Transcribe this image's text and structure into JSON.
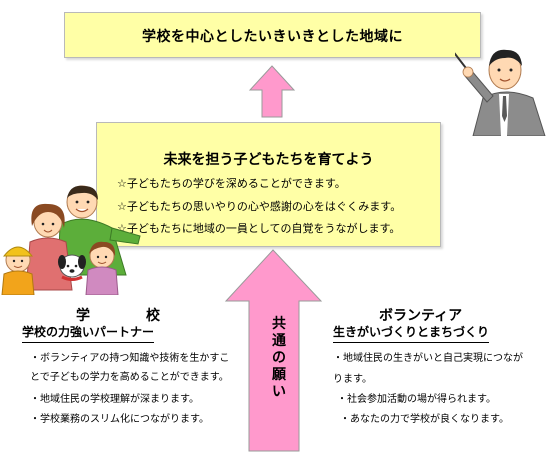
{
  "top_box": {
    "text": "学校を中心としたいきいきとした地域に"
  },
  "middle_box": {
    "title": "未来を担う子どもたちを育てよう",
    "lines": [
      "☆子どもたちの学びを深めることができます。",
      "☆子どもたちの思いやりの心や感謝の心をはぐくみます。",
      "☆子どもたちに地域の一員としての自覚をうながします。"
    ]
  },
  "center_arrow": {
    "label": "共通の願い"
  },
  "school": {
    "heading_part1": "学",
    "heading_part2": "校",
    "subheading": "学校の力強いパートナー",
    "body": [
      "・ボランティアの持つ知識や技術を生かすこ",
      "とで子どもの学力を高めることができます。",
      "・地域住民の学校理解が深まります。",
      "・学校業務のスリム化につながります。"
    ]
  },
  "volunteer": {
    "heading": "ボランティア",
    "subheading": "生きがいづくりとまちづくり",
    "body": [
      "・地域住民の生きがいと自己実現につなが",
      "ります。",
      "・社会参加活動の場が得られます。",
      "・あなたの力で学校が良くなります。"
    ]
  },
  "colors": {
    "box_fill": "#ffffa6",
    "arrow_fill": "#ff99cc",
    "arrow_stroke": "#999999"
  }
}
